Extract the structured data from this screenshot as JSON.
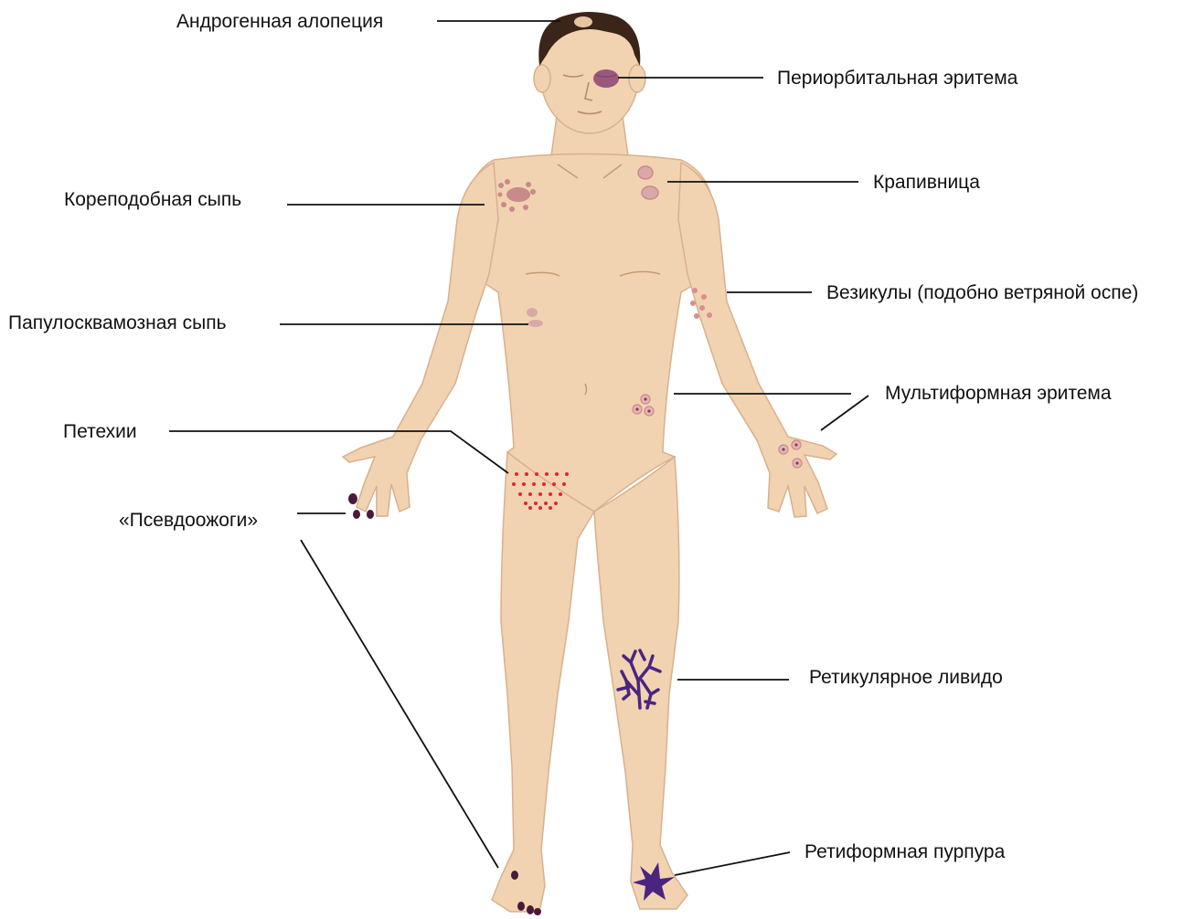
{
  "colors": {
    "skin": "#f1d3b1",
    "skin_outline": "#d9b08d",
    "hair": "#3b2518",
    "lesion_pink": "#c98a8a",
    "petechiae": "#e5232e",
    "purpura": "#4a2580",
    "nail_dark": "#4a1a3a",
    "erythema_purple": "#7b2f6b",
    "leader_line": "#111111"
  },
  "labels": {
    "androgenic_alopecia": "Андрогенная алопеция",
    "periorbital_erythema": "Периорбитальная эритема",
    "measles_like_rash": "Кореподобная сыпь",
    "urticaria": "Крапивница",
    "vesicles": "Везикулы (подобно ветряной оспе)",
    "papulosquamous_rash": "Папулосквамозная сыпь",
    "erythema_multiforme": "Мультиформная эритема",
    "petechiae": "Петехии",
    "pseudo_burns": "«Псевдоожоги»",
    "livedo_reticularis": "Ретикулярное ливидо",
    "retiform_purpura": "Ретиформная пурпура"
  }
}
